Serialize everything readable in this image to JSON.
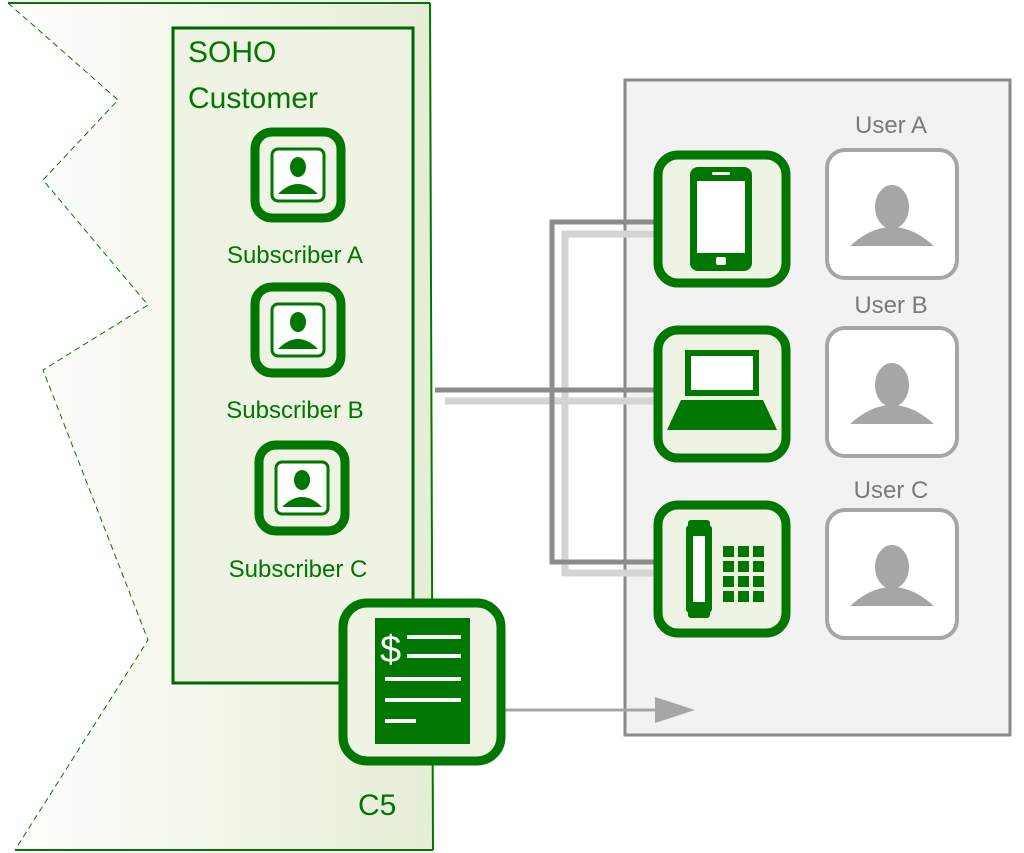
{
  "diagram": {
    "customer_label": [
      "SOHO",
      "Customer"
    ],
    "region_label": "C5",
    "subscribers": [
      {
        "label": "Subscriber A"
      },
      {
        "label": "Subscriber B"
      },
      {
        "label": "Subscriber C"
      }
    ],
    "users": [
      {
        "label": "User A",
        "device": "mobile-phone"
      },
      {
        "label": "User B",
        "device": "laptop"
      },
      {
        "label": "User C",
        "device": "desk-phone"
      }
    ],
    "bill_icon_glyph": "$",
    "colors": {
      "green": "#007700",
      "green_fill": "#eef3e4",
      "gray_panel_fill": "#f2f2f2",
      "gray_panel_border": "#8a8a8a",
      "user_icon_gray": "#a6a6a6",
      "line_dark": "#8c8c8c",
      "line_light": "#d4d4d4"
    }
  }
}
